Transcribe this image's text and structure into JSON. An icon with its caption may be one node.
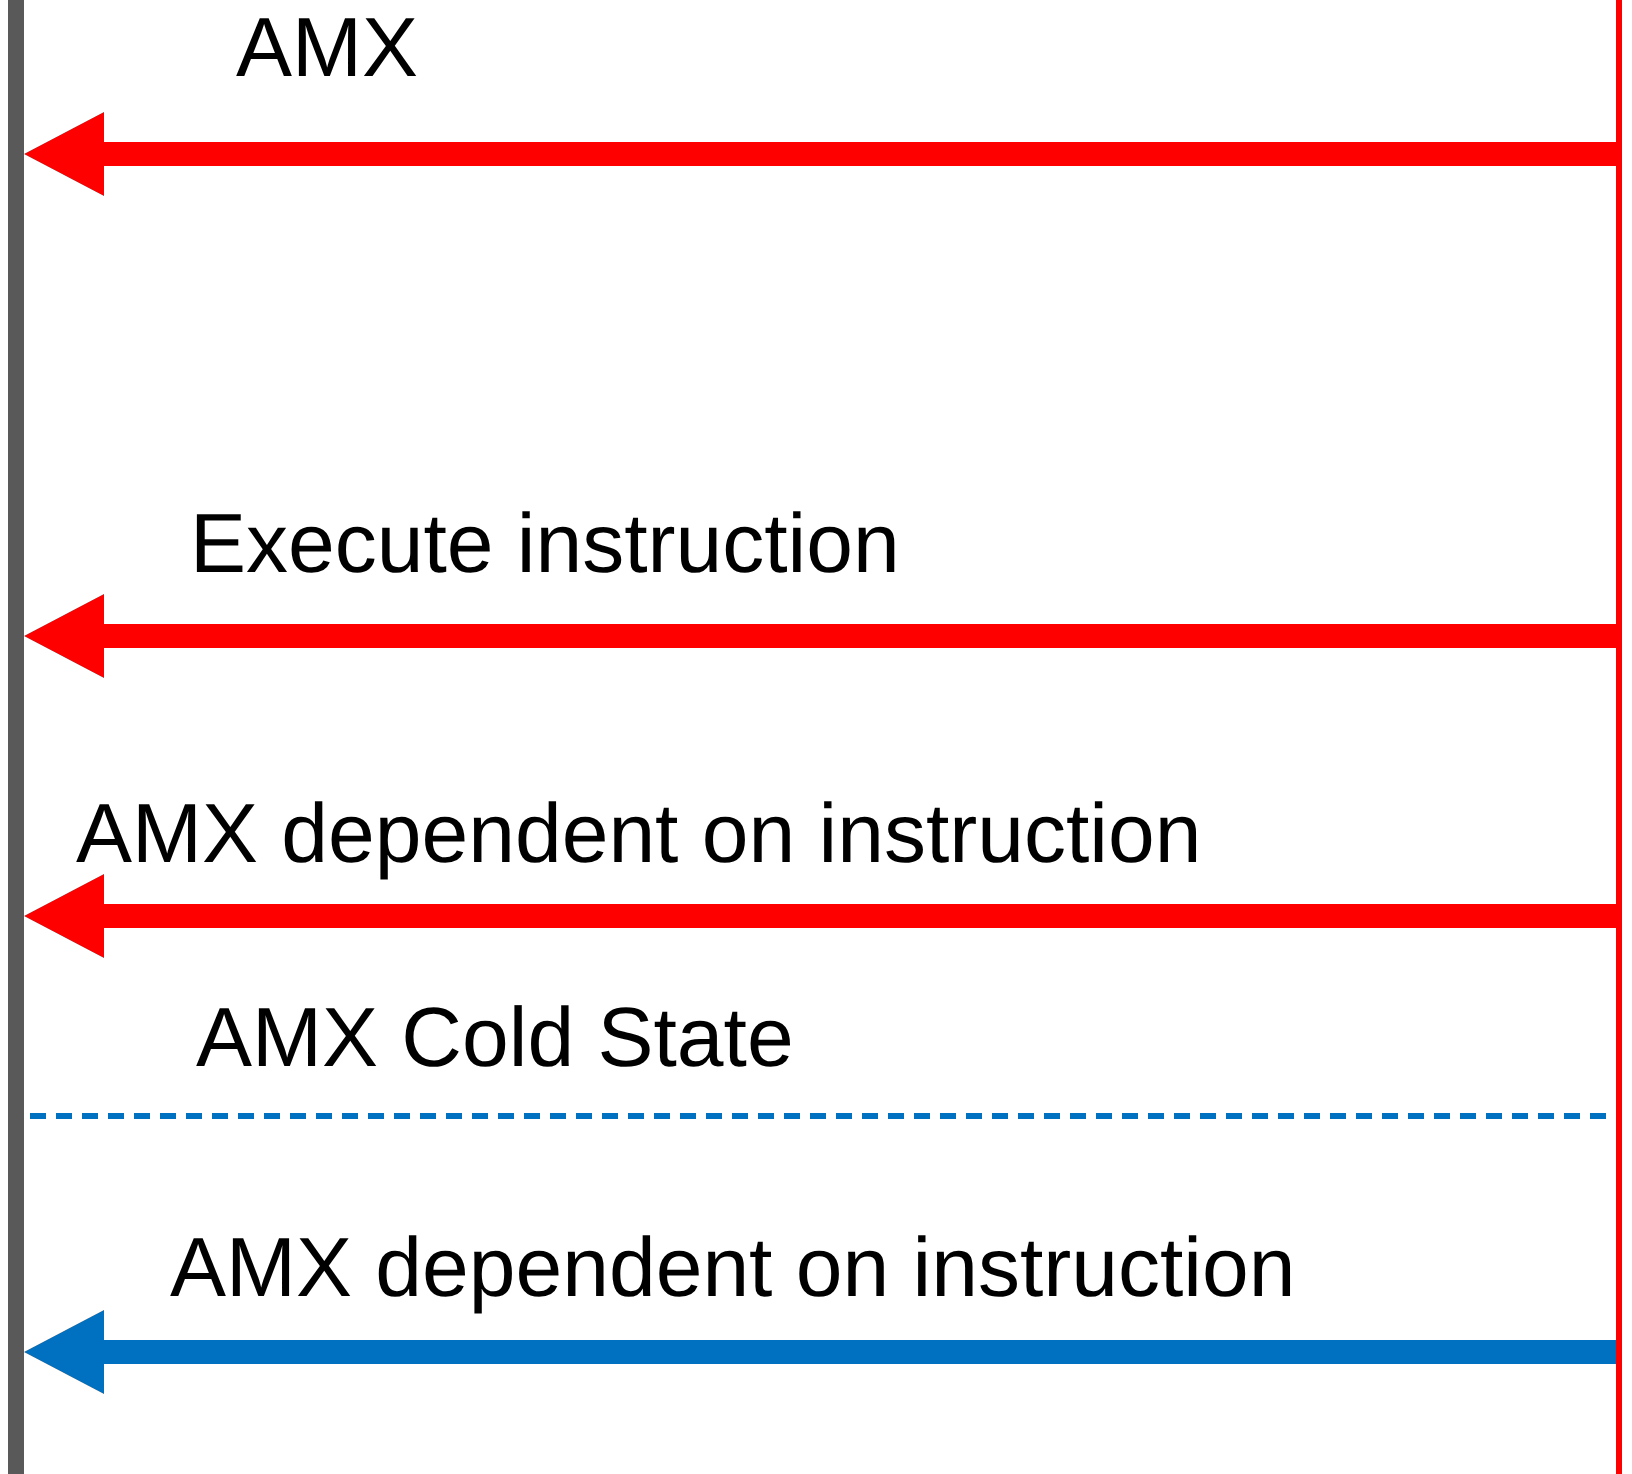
{
  "diagram": {
    "nodes": [
      {
        "text": [],
        "shape": "bar"
      },
      {
        "text": [],
        "shape": "bar"
      }
    ],
    "edges": [
      {
        "from": 1,
        "to": 0,
        "arrow": "to",
        "label": "AMX"
      },
      {
        "from": 1,
        "to": 0,
        "arrow": "to",
        "label": "Execute instruction"
      },
      {
        "from": 1,
        "to": 0,
        "arrow": "to",
        "label": "AMX dependent on instruction"
      },
      {
        "from": 1,
        "to": 0,
        "arrow": "to",
        "label": "AMX dependent on instruction",
        "color": "#0070c0"
      }
    ],
    "labels": [
      "AMX Cold State"
    ]
  }
}
